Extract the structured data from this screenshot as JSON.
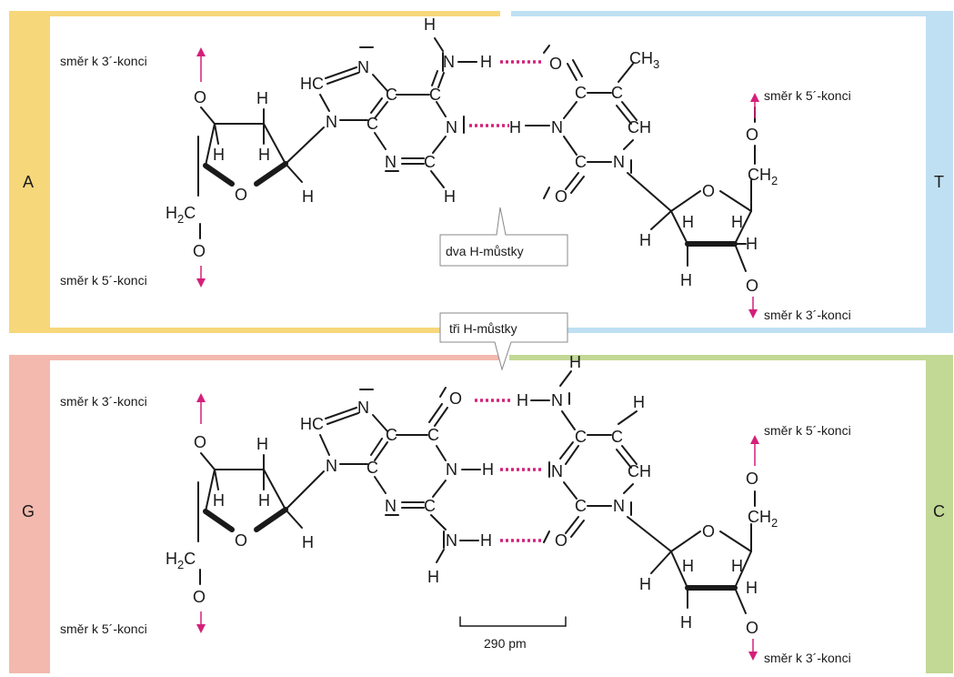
{
  "colors": {
    "adenine": "#f6d77a",
    "thymine": "#bfe0f3",
    "guanine": "#f3b9ae",
    "cytosine": "#c2d895",
    "hbond": "#d4207a"
  },
  "labels": {
    "A": "A",
    "T": "T",
    "G": "G",
    "C": "C"
  },
  "direction": {
    "to3": "směr k 3´-konci",
    "to5": "směr k 5´-konci"
  },
  "callouts": {
    "two": "dva H-můstky",
    "three": "tři H-můstky"
  },
  "scale": {
    "label": "290 pm"
  },
  "atoms": {
    "H": "H",
    "N": "N",
    "O": "O",
    "C": "C",
    "HC": "HC",
    "CH": "CH",
    "CH2": "CH",
    "H2C": "H",
    "CH3": "CH",
    "sub2": "2",
    "sub3": "3"
  }
}
